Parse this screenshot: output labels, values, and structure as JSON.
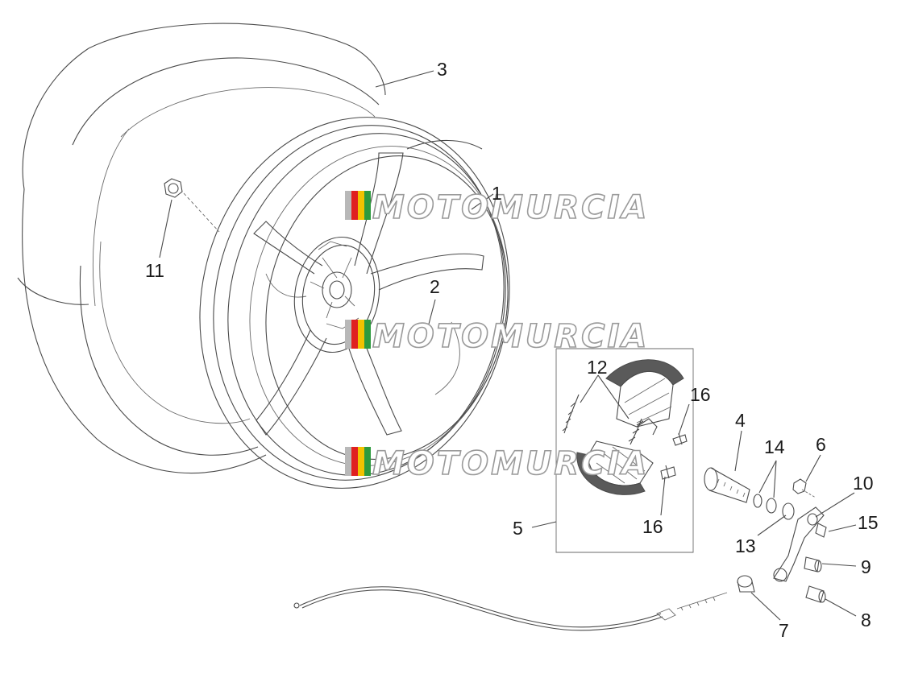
{
  "diagram": {
    "callouts": {
      "c1": "1",
      "c2": "2",
      "c3": "3",
      "c4": "4",
      "c5": "5",
      "c6": "6",
      "c7": "7",
      "c8": "8",
      "c9": "9",
      "c10": "10",
      "c11": "11",
      "c12": "12",
      "c13": "13",
      "c14": "14",
      "c15": "15",
      "c16a": "16",
      "c16b": "16"
    },
    "watermark": "MOTOMURCIA",
    "colors": {
      "line": "#4a4a4a",
      "shoe_lining": "#5a5a5a",
      "logo_red": "#e02020",
      "logo_yellow": "#f2c200",
      "logo_green": "#2e9a3e",
      "logo_gray": "#b8b8b8"
    }
  }
}
